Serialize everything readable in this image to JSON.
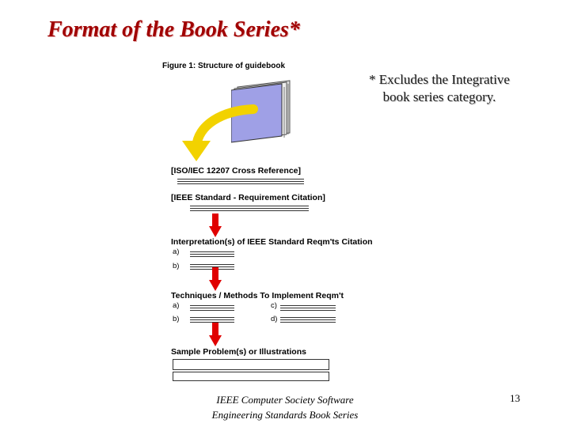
{
  "slide": {
    "title": "Format of the Book Series*",
    "note_line1": "*  Excludes the Integrative",
    "note_line2": "book series category.",
    "footer_line1": "IEEE Computer Society Software",
    "footer_line2": "Engineering Standards Book Series",
    "page_number": "13"
  },
  "figure": {
    "caption": "Figure 1:  Structure of guidebook",
    "sections": {
      "cross_reference": "[ISO/IEC 12207 Cross Reference]",
      "requirement_citation": "[IEEE Standard - Requirement Citation]",
      "interpretations": "Interpretation(s) of IEEE Standard Reqm'ts Citation",
      "techniques": "Techniques / Methods To Implement Reqm't",
      "sample": "Sample Problem(s) or Illustrations"
    },
    "items": {
      "interp_a": "a)",
      "interp_b": "b)",
      "tech_a": "a)",
      "tech_b": "b)",
      "tech_c": "c)",
      "tech_d": "d)"
    }
  },
  "colors": {
    "title": "#a00000",
    "arrow": "#e00000",
    "curved_arrow": "#f2d200",
    "book_cover": "#9fa0e6"
  }
}
